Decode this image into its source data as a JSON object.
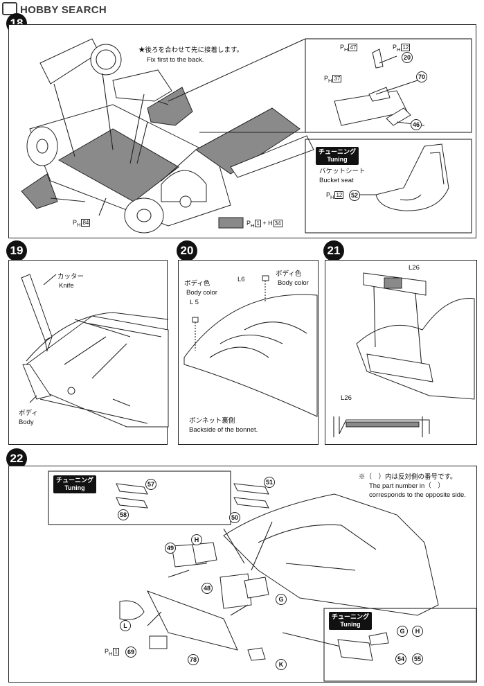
{
  "watermark": {
    "brand": "HOBBY SEARCH"
  },
  "steps": {
    "s18": {
      "number": "18",
      "note_jp": "★後ろを合わせて先に接着します。",
      "note_en": "Fix first to the back.",
      "inset_parts": {
        "ph47": "47",
        "ph12": "12",
        "p20": "20",
        "ph37": "37",
        "p70": "70",
        "p46": "46"
      },
      "tuning_jp": "チューニング",
      "tuning_en": "Tuning",
      "bucket_jp": "バケットシート",
      "bucket_en": "Bucket seat",
      "bucket_ph": "12",
      "bucket_part": "52",
      "floor_ph": "84",
      "legend_ph": "1",
      "legend_plus": "+",
      "legend_h": "34"
    },
    "s19": {
      "number": "19",
      "knife_jp": "カッター",
      "knife_en": "Knife",
      "body_jp": "ボディ",
      "body_en": "Body"
    },
    "s20": {
      "number": "20",
      "l6": "L6",
      "l5": "L 5",
      "body_color_jp": "ボディ色",
      "body_color_en": "Body color",
      "backside_jp": "ボンネット裏側",
      "backside_en": "Backside of the bonnet."
    },
    "s21": {
      "number": "21",
      "l26_top": "L26",
      "l26_bottom": "L26"
    },
    "s22": {
      "number": "22",
      "note_jp": "※（　）内は反対側の番号です。",
      "note_en1": "The part number in（　）",
      "note_en2": "corresponds to the opposite side.",
      "tuning_jp": "チューニング",
      "tuning_en": "Tuning",
      "parts": {
        "p57": "57",
        "p58": "58",
        "p51": "51",
        "p50": "50",
        "pH": "H",
        "p49": "49",
        "p48": "48",
        "pG": "G",
        "pL": "L",
        "pK": "K",
        "p78": "78",
        "p69": "69",
        "ph1": "1"
      },
      "tuning2_jp": "チューニング",
      "tuning2_en": "Tuning",
      "t2_g": "G",
      "t2_h": "H",
      "t2_54": "54",
      "t2_55": "55"
    }
  }
}
